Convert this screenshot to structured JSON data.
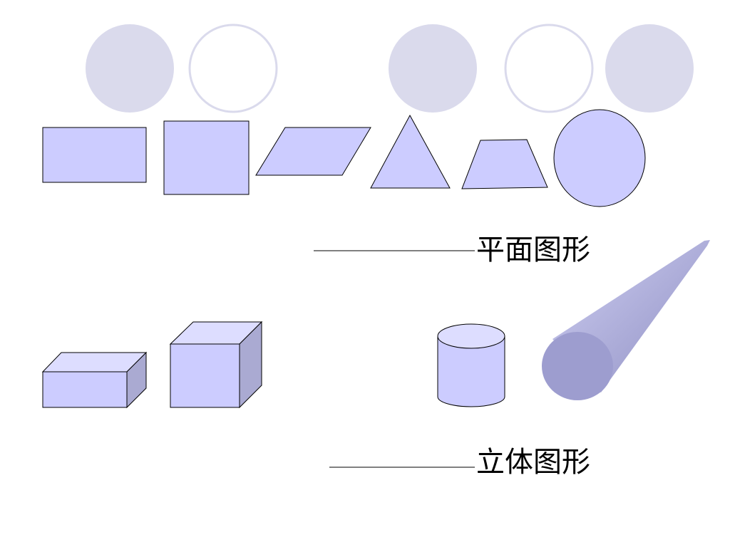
{
  "labels": {
    "plane_figures": "平面图形",
    "solid_figures": "立体图形"
  },
  "colors": {
    "decor_circle_fill": "#DADAEC",
    "decor_circle_ring": "#DADAEC",
    "shape_fill": "#CCCCFF",
    "shape_side": "#AAAAD2",
    "shape_top": "#DDDDFF",
    "outline": "#000000",
    "cone_light": "#CFCFF2",
    "cone_dark": "#8E8EC2",
    "cone_base": "#9D9DCF"
  },
  "decor_circles": [
    {
      "name": "decor-circle-1",
      "style": "filled"
    },
    {
      "name": "decor-circle-2",
      "style": "ring"
    },
    {
      "name": "decor-circle-3",
      "style": "filled"
    },
    {
      "name": "decor-circle-4",
      "style": "ring"
    },
    {
      "name": "decor-circle-5",
      "style": "filled"
    }
  ],
  "plane_shapes": [
    "rectangle",
    "square",
    "parallelogram",
    "triangle",
    "trapezoid",
    "circle"
  ],
  "solid_shapes": [
    "cuboid",
    "cube",
    "cylinder",
    "cone"
  ]
}
